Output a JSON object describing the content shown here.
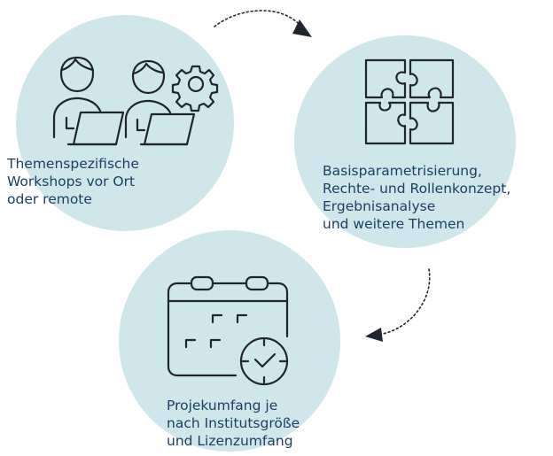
{
  "steps": [
    {
      "id": "workshops",
      "icon": "people-laptop-gear-icon",
      "lines": [
        "Themenspezifische",
        "Workshops vor Ort",
        "oder remote"
      ]
    },
    {
      "id": "topics",
      "icon": "puzzle-icon",
      "lines": [
        "Basisparametrisierung,",
        "Rechte- und Rollenkonzept,",
        "Ergebnisanalyse",
        "und weitere Themen"
      ]
    },
    {
      "id": "scope",
      "icon": "calendar-clock-icon",
      "lines": [
        "Projekumfang je",
        "nach Institutsgröße",
        "und Lizenzumfang"
      ]
    }
  ],
  "colors": {
    "bubble": "#cfe7eb",
    "icon_stroke": "#1f2630",
    "text": "#1c3f66",
    "arrow": "#1f2630"
  }
}
